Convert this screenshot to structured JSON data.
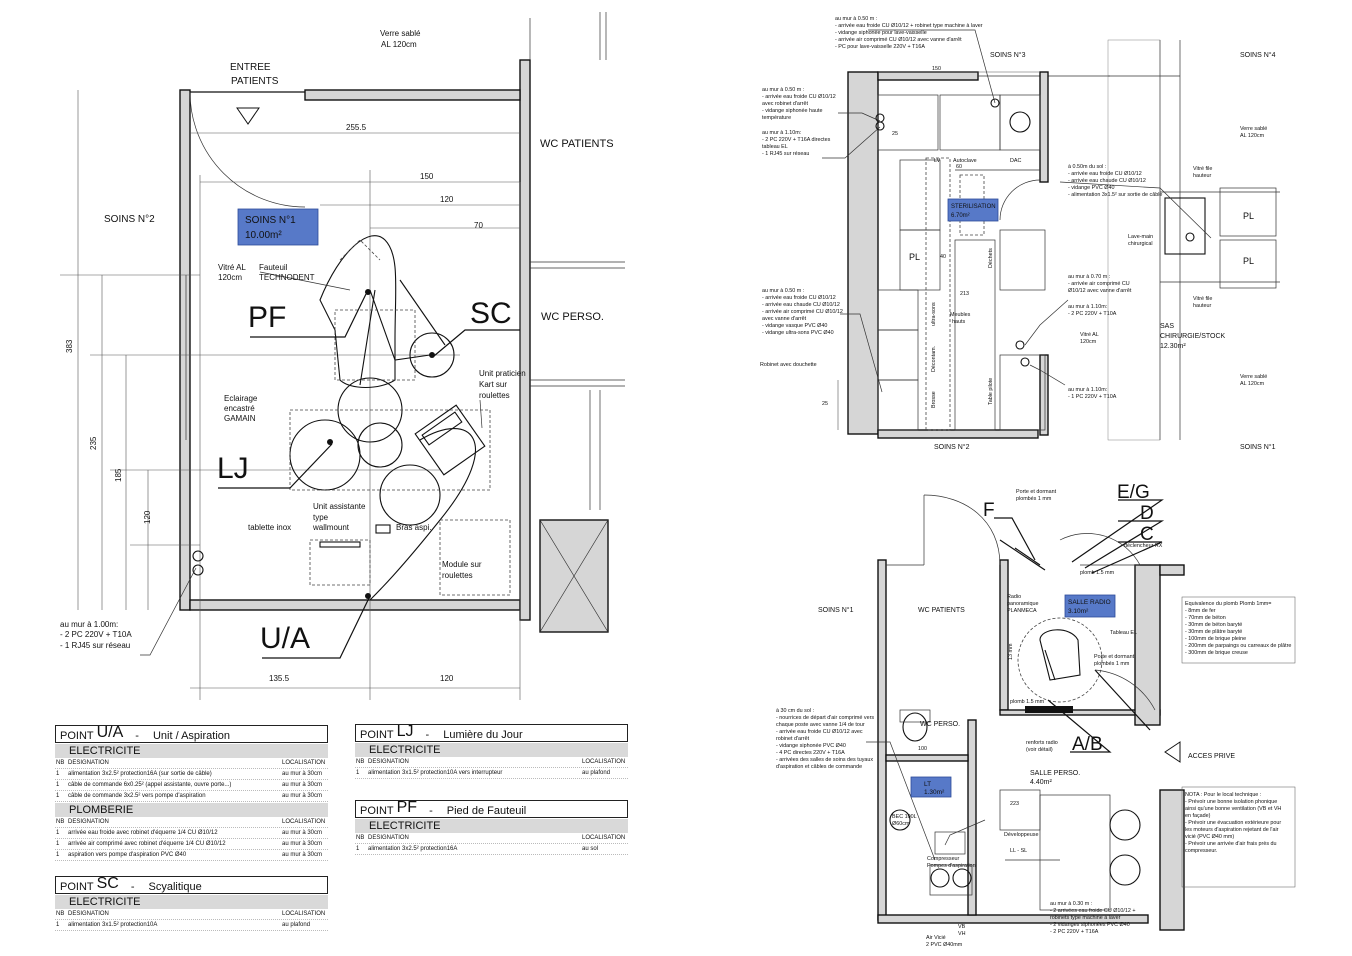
{
  "plan1": {
    "labels": {
      "entree": [
        "ENTREE",
        "PATIENTS"
      ],
      "verre_sable": [
        "Verre sablé",
        "AL 120cm"
      ],
      "wc_patients": "WC PATIENTS",
      "wc_perso": "WC PERSO.",
      "soins2": "SOINS N°2",
      "room": [
        "SOINS N°1",
        "10.00m²"
      ],
      "vitre": [
        "Vitré AL",
        "120cm"
      ],
      "fauteuil": [
        "Fauteuil",
        "TECHNODENT"
      ],
      "eclairage": [
        "Eclairage",
        "encastré",
        "GAMAIN"
      ],
      "unit_prat": [
        "Unit praticien",
        "Kart sur",
        "roulettes"
      ],
      "unit_assist": [
        "Unit assistante",
        "type",
        "wallmount"
      ],
      "bras": "Bras aspi.",
      "tablette": "tablette inox",
      "module": [
        "Module sur",
        "roulettes"
      ],
      "mur_note": [
        "au mur à 1.00m:",
        "- 2 PC 220V + T10A",
        "- 1 RJ45 sur réseau"
      ]
    },
    "codes": {
      "pf": "PF",
      "sc": "SC",
      "lj": "LJ",
      "ua": "U/A"
    },
    "dims": [
      "255.5",
      "150",
      "120",
      "70",
      "383",
      "235",
      "185",
      "120",
      "135.5",
      "120"
    ]
  },
  "plan2": {
    "rooms": {
      "soins3": "SOINS N°3",
      "soins4": "SOINS N°4",
      "soins2": "SOINS N°2",
      "soins1": "SOINS N°1",
      "ster": [
        "STERILISATION",
        "6.70m²"
      ],
      "sas": [
        "SAS",
        "CHIRURGIE/STOCK",
        "12.30m²"
      ],
      "pl": "PL"
    },
    "notes": {
      "top": [
        "au mur à 0.50 m :",
        "- arrivée eau froide CU Ø10/12 + robinet type machine à laver",
        "- vidange siphonée pour lave-vaisselle",
        "- arrivée air comprimé CU Ø10/12 avec vanne d'arrêt",
        "- PC pour lave-vaisselle 220V + T16A"
      ],
      "left1": [
        "au mur à 0.50 m :",
        "- arrivée eau froide CU Ø10/12",
        "avec robinet d'arrêt",
        "- vidange siphonée haute",
        "température"
      ],
      "left2": [
        "au mur à 1.10m:",
        "- 2 PC 220V + T16A directes",
        "tableau EL",
        "- 1 RJ45 sur réseau"
      ],
      "left3": [
        "au mur à 0.50 m :",
        "- arrivée eau froide CU Ø10/12",
        "- arrivée eau chaude CU Ø10/12",
        "- arrivée air comprimé CU Ø10/12",
        "avec vanne d'arrêt",
        "- vidange vasque PVC Ø40",
        "- vidange ultra-sons PVC Ø40"
      ],
      "robinet": "Robinet avec douchette",
      "mid1": [
        "à 0.50m du sol :",
        "- arrivée eau froide CU Ø10/12",
        "- arrivée eau chaude CU Ø10/12",
        "- vidange PVC Ø40",
        "- alimentation 3x1.5² sur sortie de câble"
      ],
      "mid2": [
        "au mur à 0.70 m :",
        "- arrivée air comprimé CU",
        "Ø10/12 avec vanne d'arrêt"
      ],
      "mid3": [
        "au mur à 1.10m:",
        "- 2 PC 220V + T10A"
      ],
      "mid4": [
        "au mur à 1.10m:",
        "- 1 PC 220V + T10A"
      ],
      "vitre": [
        "Vitré AL",
        "120cm"
      ],
      "verre1": [
        "Verre sablé",
        "AL 120cm"
      ],
      "verre2": [
        "Verre sablé",
        "AL 120cm"
      ],
      "vitre_h1": [
        "Vitré file",
        "hauteur"
      ],
      "vitre_h2": [
        "Vitré file",
        "hauteur"
      ],
      "lave_main": [
        "Lave-main",
        "chirurgical"
      ],
      "equip": [
        "LV",
        "Autoclave",
        "DAC",
        "Déchets",
        "Meubles",
        "hauts",
        "ultra-sons",
        "Décontam.",
        "Brosse",
        "Table pilote"
      ],
      "dims": [
        "150",
        "25",
        "40",
        "60",
        "213",
        "25"
      ]
    }
  },
  "plan3": {
    "rooms": {
      "soins1": "SOINS N°1",
      "wc_patients": "WC PATIENTS",
      "wc_perso": "WC PERSO.",
      "radio": [
        "SALLE RADIO",
        "3.10m²"
      ],
      "lt": [
        "LT",
        "1.30m²"
      ],
      "salle_perso": [
        "SALLE PERSO.",
        "4.40m²"
      ],
      "acces": "ACCES PRIVE"
    },
    "codes": {
      "f": "F",
      "eg": "E/G",
      "d": "D",
      "c": "C",
      "ab": "A/B"
    },
    "notes": {
      "porte1": [
        "Porte et dormant",
        "plombés 1 mm"
      ],
      "declencheur": "déclencheur RX",
      "plomb1": "plomb 1.5 mm",
      "radio_pan": [
        "Radio",
        "panoramique",
        "PLANMECA"
      ],
      "porte2": [
        "Porte et dormant",
        "plombés 1 mm"
      ],
      "plomb2": "plomb 1.5 mm",
      "tableau": "Tableau EL",
      "equiv": [
        "Equivalence du plomb Plomb 1mm=",
        "- 8mm de fer",
        "- 70mm de béton",
        "- 30mm de béton baryté",
        "- 30mm de plâtre baryté",
        "- 100mm de brique pleine",
        "- 200mm de parpaings ou carreaux de plâtre",
        "- 300mm de brique creuse"
      ],
      "left": [
        "à 30 cm du sol :",
        "- nourrices de départ d'air comprimé vers",
        "chaque poste avec vanne 1/4 de tour",
        "- arrivée eau froide CU Ø10/12 avec",
        "robinet d'arrêt",
        "- vidange siphonée PVC Ø40",
        "- 4 PC directes 220V + T16A",
        "- arrivées des salles de soins des tuyaux",
        "d'aspiration et câbles de commande"
      ],
      "renfort": [
        "renforts radio",
        "(voir détail)"
      ],
      "bec": [
        "BEC 100L",
        "Ø60cm"
      ],
      "compresseur": [
        "Compresseur",
        "Pompes d'aspiration"
      ],
      "developpeuse": "Développeuse",
      "llsl": "LL - SL",
      "bottom": [
        "au mur à 0.30 m :",
        "- 2 arrivées eau froide CU Ø10/12 +",
        "robinets type machine à laver",
        "- 2 vidanges siphonées PVC Ø40",
        "- 2 PC 220V + T16A"
      ],
      "nota": [
        "NOTA : Pour le local technique :",
        "- Prévoir une bonne isolation phonique",
        "ainsi qu'une bonne ventilation (VB et VH",
        "en façade)",
        "- Prévoir une évacuation extérieure pour",
        "les moteurs d'aspiration rejetant de l'air",
        "vicié (PVC Ø40 mm)",
        "- Prévoir une arrivée d'air frais près du",
        "compresseur."
      ],
      "air_vicie": [
        "Air Vicié",
        "2 PVC Ø40mm"
      ],
      "vb": [
        "VB",
        "VH"
      ],
      "dims": [
        "13 mm",
        "100",
        "223"
      ]
    }
  },
  "tables": {
    "ua": {
      "point": "POINT",
      "code": "U/A",
      "dash": "-",
      "title": "Unit / Aspiration",
      "sections": [
        {
          "name": "ELECTRICITE",
          "head": [
            "NB",
            "DESIGNATION",
            "LOCALISATION"
          ],
          "rows": [
            [
              "1",
              "alimentation 3x2.5² protection16A (sur sortie de câble)",
              "au mur à 30cm"
            ],
            [
              "1",
              "câble de commande 6x0.25² (appel assistante, ouvre porte...)",
              "au mur à 30cm"
            ],
            [
              "1",
              "câble de commande 3x2.5² vers pompe d'aspiration",
              "au mur à 30cm"
            ]
          ]
        },
        {
          "name": "PLOMBERIE",
          "head": [
            "NB",
            "DESIGNATION",
            "LOCALISATION"
          ],
          "rows": [
            [
              "1",
              "arrivée eau froide avec robinet d'équerre 1/4 CU Ø10/12",
              "au mur à 30cm"
            ],
            [
              "1",
              "arrivée air comprimé avec robinet d'équerre 1/4 CU Ø10/12",
              "au mur à 30cm"
            ],
            [
              "1",
              "aspiration vers pompe d'aspiration PVC Ø40",
              "au mur à 30cm"
            ]
          ]
        }
      ]
    },
    "sc": {
      "point": "POINT",
      "code": "SC",
      "dash": "-",
      "title": "Scyalitique",
      "sections": [
        {
          "name": "ELECTRICITE",
          "head": [
            "NB",
            "DESIGNATION",
            "LOCALISATION"
          ],
          "rows": [
            [
              "1",
              "alimentation 3x1.5² protection10A",
              "au plafond"
            ]
          ]
        }
      ]
    },
    "lj": {
      "point": "POINT",
      "code": "LJ",
      "dash": "-",
      "title": "Lumière du Jour",
      "sections": [
        {
          "name": "ELECTRICITE",
          "head": [
            "NB",
            "DESIGNATION",
            "LOCALISATION"
          ],
          "rows": [
            [
              "1",
              "alimentation 3x1.5² protection10A vers interrupteur",
              "au plafond"
            ]
          ]
        }
      ]
    },
    "pf": {
      "point": "POINT",
      "code": "PF",
      "dash": "-",
      "title": "Pied de Fauteuil",
      "sections": [
        {
          "name": "ELECTRICITE",
          "head": [
            "NB",
            "DESIGNATION",
            "LOCALISATION"
          ],
          "rows": [
            [
              "1",
              "alimentation 3x2.5² protection16A",
              "au sol"
            ]
          ]
        }
      ]
    }
  }
}
